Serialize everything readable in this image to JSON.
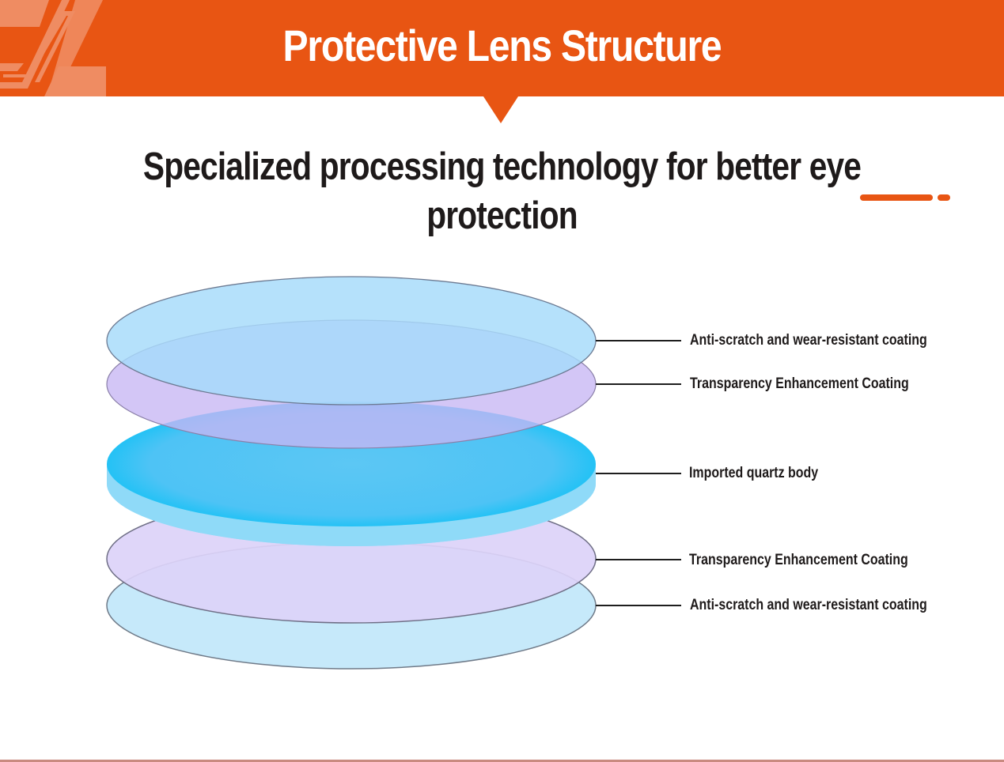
{
  "header": {
    "title": "Protective Lens Structure",
    "background_color": "#e85513"
  },
  "subtitle": {
    "text": "Specialized processing technology for better eye protection",
    "accent_color": "#e85513"
  },
  "diagram": {
    "layers": [
      {
        "label": "Anti-scratch and wear-resistant coating",
        "color": "#a9ddf8",
        "position": "top"
      },
      {
        "label": "Transparency Enhancement Coating",
        "color": "#d4c3f5",
        "position": "upper-middle"
      },
      {
        "label": "Imported quartz body",
        "color": "#1cc0f3",
        "position": "center"
      },
      {
        "label": "Transparency Enhancement Coating",
        "color": "#dcd2f8",
        "position": "lower-middle"
      },
      {
        "label": "Anti-scratch and wear-resistant coating",
        "color": "#c6e9fa",
        "position": "bottom"
      }
    ]
  }
}
